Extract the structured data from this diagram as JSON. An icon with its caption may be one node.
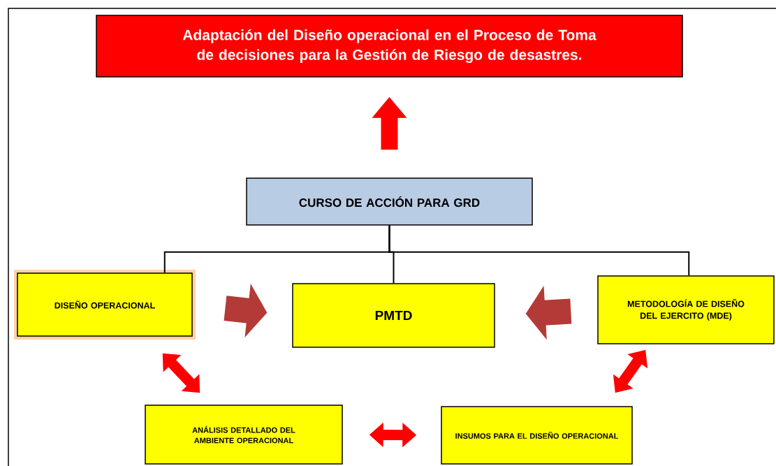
{
  "diagram": {
    "nodes": [
      {
        "text": [
          "Adaptación del Diseño operacional en el Proceso de Toma de decisiones para la Gestión de Riesgo de desastres."
        ]
      },
      {
        "text": [
          "CURSO DE ACCIÓN PARA GRD"
        ]
      },
      {
        "text": [
          "DISEÑO OPERACIONAL"
        ]
      },
      {
        "text": [
          "PMTD"
        ]
      },
      {
        "text": [
          "METODOLOGÍA DE DISEÑO DEL EJERCITO (MDE)"
        ]
      },
      {
        "text": [
          "ANÁLISIS DETALLADO DEL AMBIENTE OPERACIONAL"
        ]
      },
      {
        "text": [
          "INSUMOS PARA EL DISEÑO OPERACIONAL"
        ]
      }
    ],
    "edges": [
      {
        "from": 1,
        "to": 0,
        "arrow": "to",
        "color": "#ff0000"
      },
      {
        "from": 1,
        "to": 2,
        "arrow": "none",
        "color": "#000000"
      },
      {
        "from": 1,
        "to": 3,
        "arrow": "none",
        "color": "#000000"
      },
      {
        "from": 1,
        "to": 4,
        "arrow": "none",
        "color": "#000000"
      },
      {
        "from": 2,
        "to": 3,
        "arrow": "to",
        "style": "thick",
        "color": "#b33a36"
      },
      {
        "from": 4,
        "to": 3,
        "arrow": "to",
        "style": "thick",
        "color": "#b33a36"
      },
      {
        "from": 2,
        "to": 5,
        "arrow": "both",
        "color": "#ff0000"
      },
      {
        "from": 4,
        "to": 6,
        "arrow": "both",
        "color": "#ff0000"
      },
      {
        "from": 5,
        "to": 6,
        "arrow": "both",
        "color": "#ff0000"
      }
    ]
  }
}
